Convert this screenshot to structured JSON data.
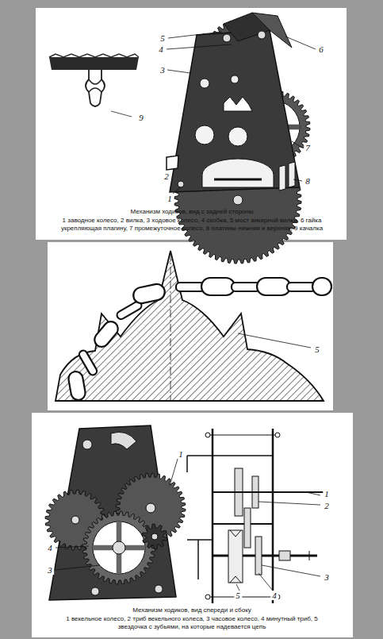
{
  "diagram": {
    "labels": [
      "5",
      "4",
      "3",
      "6",
      "7",
      "2",
      "1",
      "8",
      "9",
      "Механизм ходиков, вид с задней стороны",
      "1 заводное колесо, 2 вилка, 3 ходовое колесо, 4 скобка, 5 мост анкерной вилки, 6 гайка укрепляющая плагину, 7 промежуточное колесо, 8 платины нижняя и верхняя, 9 качалка",
      "5",
      "1",
      "4",
      "3",
      "1",
      "2",
      "3",
      "5",
      "4",
      "Механизм ходиков, вид спереди и сбоку",
      "1 векельное колесо, 2 триб векельного колеса, 3 часовое колесо, 4 минутный триб, 5 звездочка с зубьями, на которые надевается цепь"
    ]
  }
}
